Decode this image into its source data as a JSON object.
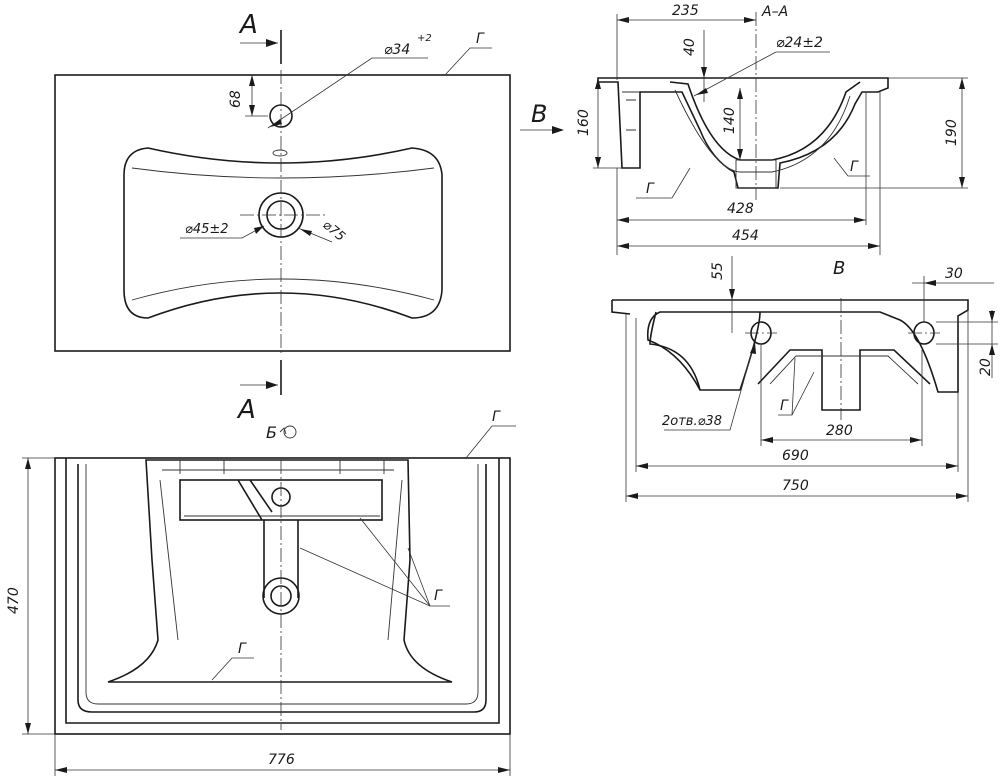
{
  "section_marks": {
    "a_top": "A",
    "a_bottom": "A",
    "b_view": "B"
  },
  "titles": {
    "section_aa": "A–A",
    "view_b": "B",
    "view_bottom": "Б"
  },
  "material_label": "Г",
  "plan_dims": {
    "faucet_hole": "⌀34",
    "faucet_hole_tol": "+2",
    "offset": "68",
    "drain": "⌀45±2",
    "drain_outer": "⌀75"
  },
  "section_dims": {
    "width_235": "235",
    "depth_40": "40",
    "overflow": "⌀24±2",
    "h160": "160",
    "h140": "140",
    "h190": "190",
    "w428": "428",
    "w454": "454"
  },
  "view_b_dims": {
    "d55": "55",
    "d30": "30",
    "d20": "20",
    "holes": "2отв.⌀38",
    "w280": "280",
    "w690": "690",
    "w750": "750"
  },
  "bottom_dims": {
    "h470": "470",
    "w776": "776"
  }
}
